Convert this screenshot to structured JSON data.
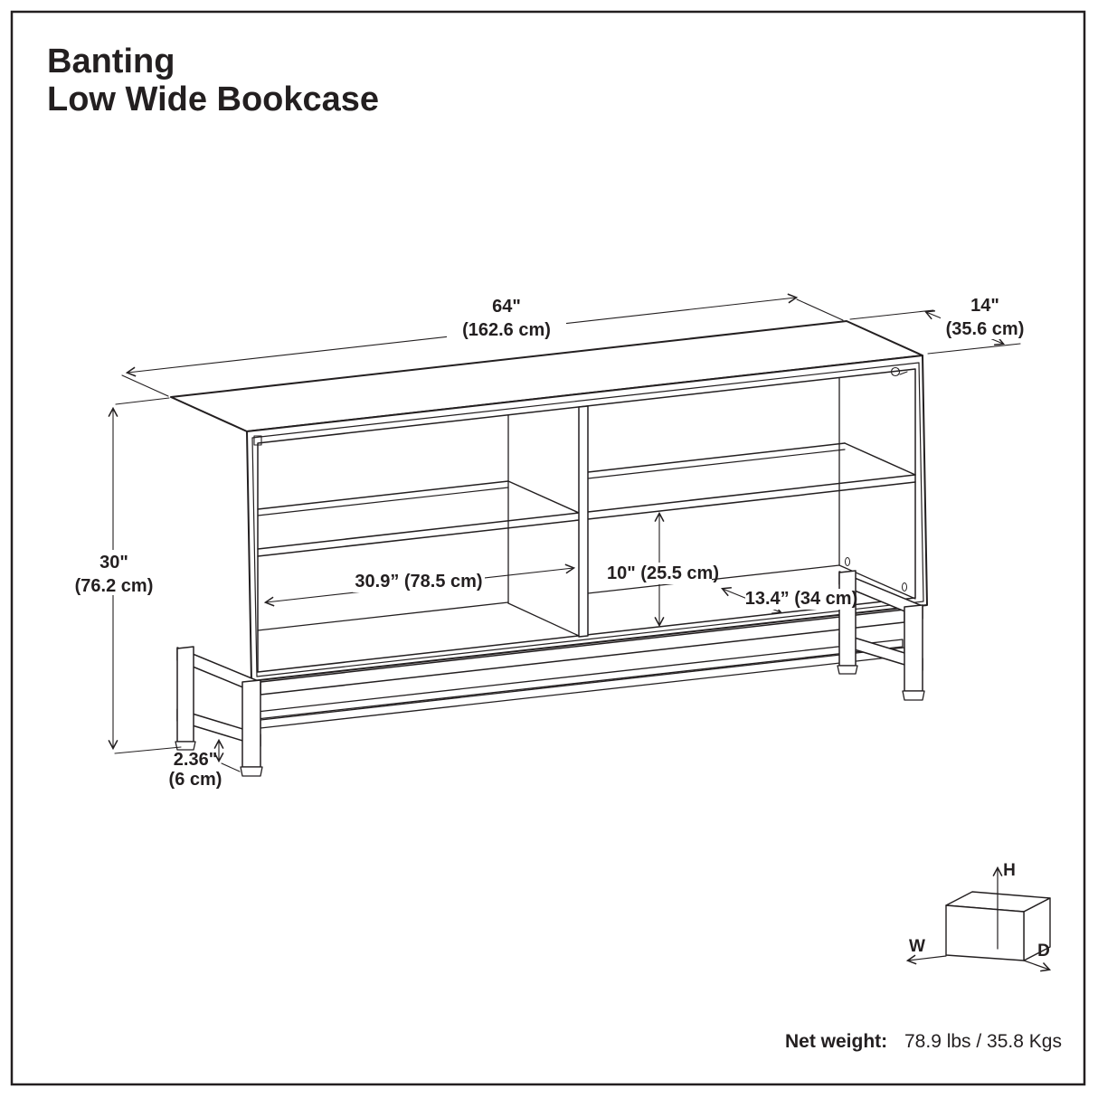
{
  "page": {
    "title_line1": "Banting",
    "title_line2": "Low Wide Bookcase"
  },
  "dimensions": {
    "width": {
      "imperial": "64\"",
      "metric": "(162.6 cm)"
    },
    "depth": {
      "imperial": "14\"",
      "metric": "(35.6 cm)"
    },
    "height": {
      "imperial": "30\"",
      "metric": "(76.2 cm)"
    },
    "base_clearance": {
      "imperial": "2.36\"",
      "metric": "(6 cm)"
    },
    "shelf_width": {
      "label": "30.9” (78.5 cm)"
    },
    "opening_height": {
      "label": "10\" (25.5 cm)"
    },
    "shelf_depth": {
      "label": "13.4” (34 cm)"
    }
  },
  "axes": {
    "width_label": "W",
    "height_label": "H",
    "depth_label": "D"
  },
  "net_weight": {
    "label": "Net weight:",
    "value": "78.9 lbs / 35.8 Kgs"
  },
  "colors": {
    "line": "#231f20",
    "background": "#ffffff"
  }
}
